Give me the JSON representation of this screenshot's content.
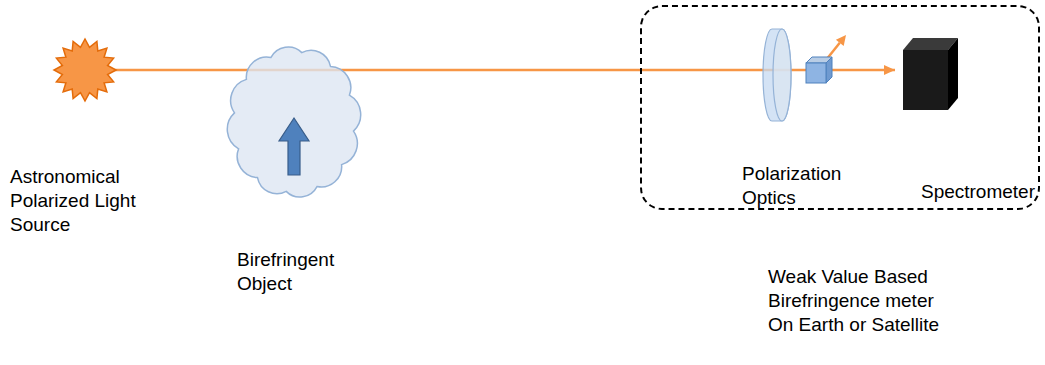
{
  "diagram": {
    "nodes": [
      {
        "text": [
          "Astronomical Polarized Light Source"
        ]
      },
      {
        "text": [
          "Birefringent Object"
        ]
      },
      {
        "text": [
          "Weak Value Based Birefringence meter On Earth or Satellite"
        ]
      },
      {
        "text": [
          "Polarization Optics"
        ],
        "in": 2
      },
      {
        "text": [
          "Spectrometer"
        ],
        "in": 2
      }
    ],
    "edges": [
      {
        "from": 0,
        "to": 1,
        "arrow": "none"
      },
      {
        "from": 1,
        "to": 3,
        "arrow": "none"
      },
      {
        "from": 3,
        "to": 4,
        "arrow": "to"
      }
    ]
  }
}
